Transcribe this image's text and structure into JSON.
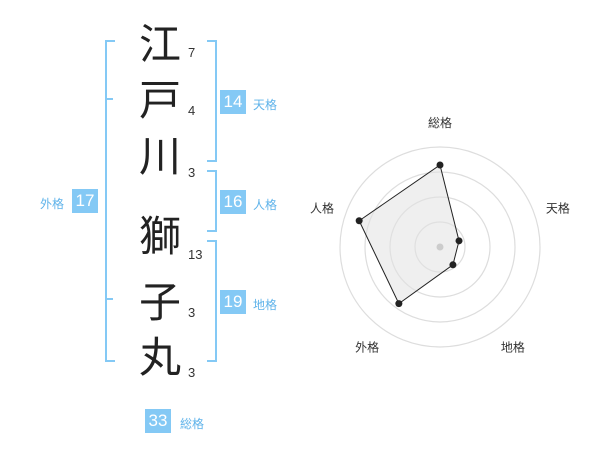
{
  "name": {
    "chars": [
      {
        "char": "江",
        "strokes": "7"
      },
      {
        "char": "戸",
        "strokes": "4"
      },
      {
        "char": "川",
        "strokes": "3"
      },
      {
        "char": "獅",
        "strokes": "13"
      },
      {
        "char": "子",
        "strokes": "3"
      },
      {
        "char": "丸",
        "strokes": "3"
      }
    ]
  },
  "fortune": {
    "tenkaku": {
      "value": "14",
      "label": "天格"
    },
    "jinkaku": {
      "value": "16",
      "label": "人格"
    },
    "chikaku": {
      "value": "19",
      "label": "地格"
    },
    "gaikaku": {
      "value": "17",
      "label": "外格"
    },
    "soukaku": {
      "value": "33",
      "label": "総格"
    }
  },
  "radar": {
    "axes": [
      "総格",
      "天格",
      "地格",
      "外格",
      "人格"
    ],
    "values": [
      0.82,
      0.2,
      0.22,
      0.7,
      0.85
    ],
    "rings": 4
  },
  "colors": {
    "accent": "#84c9f5",
    "accent_text": "#5fb3ea"
  }
}
